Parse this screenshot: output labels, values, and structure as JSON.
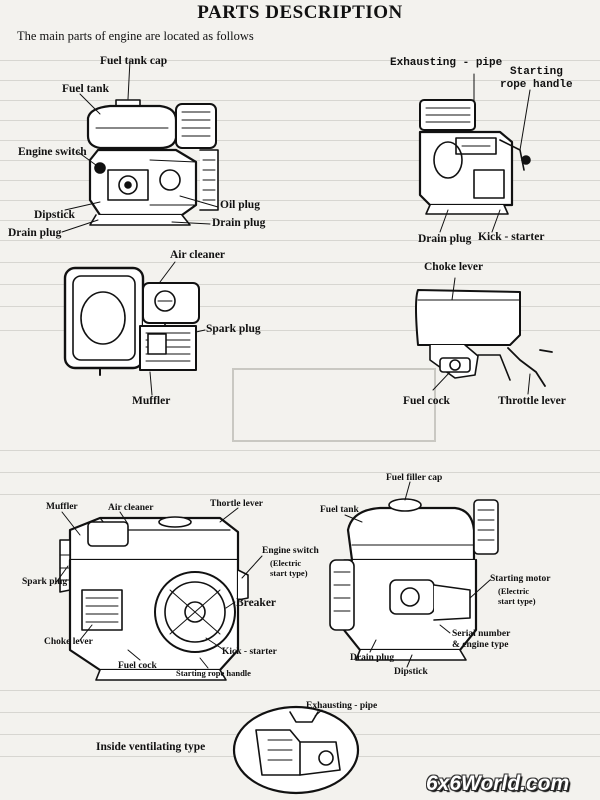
{
  "document": {
    "title": "PARTS DESCRIPTION",
    "subtitle": "The main parts of engine are located as follows"
  },
  "diagram_1_labels": {
    "fuel_tank_cap": "Fuel tank cap",
    "fuel_tank": "Fuel tank",
    "engine_switch": "Engine switch",
    "oil_plug": "Oil plug",
    "dipstick": "Dipstick",
    "drain_plug_right": "Drain plug",
    "drain_plug_left": "Drain plug"
  },
  "diagram_2_labels": {
    "exhausting_pipe": "Exhausting - pipe",
    "starting_rope_handle_line1": "Starting",
    "starting_rope_handle_line2": "rope handle",
    "drain_plug": "Drain plug",
    "kick_starter": "Kick - starter"
  },
  "diagram_3_labels": {
    "air_cleaner": "Air cleaner",
    "spark_plug": "Spark plug",
    "muffler": "Muffler"
  },
  "diagram_4_labels": {
    "choke_lever": "Choke lever",
    "fuel_cock": "Fuel cock",
    "throttle_lever": "Throttle lever"
  },
  "diagram_5_labels": {
    "muffler": "Muffler",
    "air_cleaner": "Air cleaner",
    "thortle_lever": "Thortle lever",
    "engine_switch_line1": "Engine switch",
    "engine_switch_line2": "(Electric",
    "engine_switch_line3": "start type)",
    "spark_plug": "Spark plug",
    "breaker": "Breaker",
    "choke_lever": "Choke lever",
    "kick_starter": "Kick - starter",
    "fuel_cock": "Fuel cock",
    "starting_rope_handle": "Starting rope handle"
  },
  "diagram_6_labels": {
    "fuel_filler_cap": "Fuel filler cap",
    "fuel_tank": "Fuel tank",
    "starting_motor_line1": "Starting motor",
    "starting_motor_line2": "(Electric",
    "starting_motor_line3": "start type)",
    "serial_number_line1": "Serial number",
    "serial_number_line2": "& engine type",
    "drain_plug": "Drain plug",
    "dipstick": "Dipstick"
  },
  "diagram_7_labels": {
    "exhausting_pipe": "Exhausting - pipe",
    "inside_ventilating_type": "Inside ventilating type"
  },
  "watermark": "6x6World.com",
  "colors": {
    "ink": "#111111",
    "paper": "#f3f2ee",
    "ghost": "#d7d6d1"
  }
}
